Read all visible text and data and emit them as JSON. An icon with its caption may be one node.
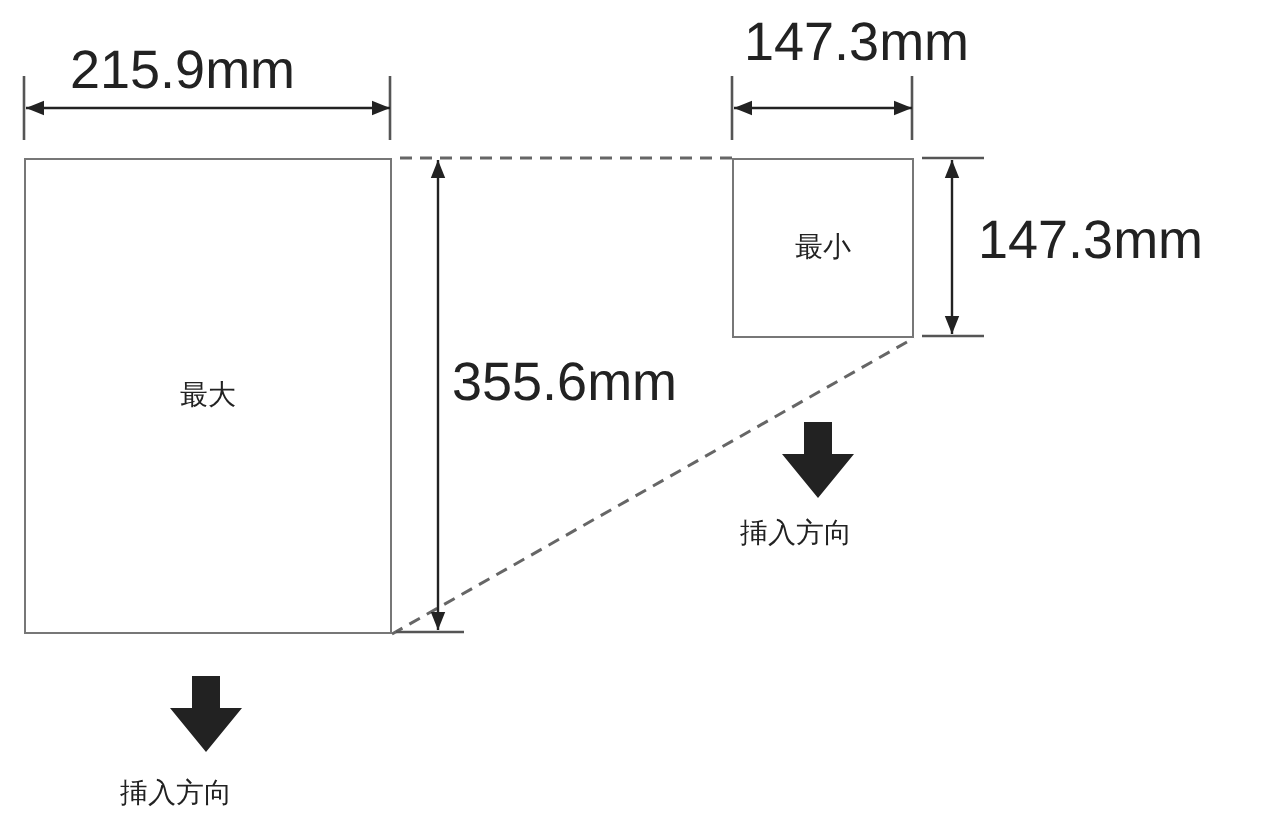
{
  "diagram": {
    "nodes": [
      {
        "text": [
          "最大"
        ]
      },
      {
        "text": [
          "最小"
        ]
      }
    ],
    "edges": [
      {
        "from": 0,
        "to": 1,
        "arrow": "none",
        "style": "dashed"
      },
      {
        "from": 0,
        "to": 1,
        "arrow": "none",
        "style": "dashed"
      }
    ],
    "labels": [
      "215.9mm",
      "147.3mm",
      "147.3mm",
      "355.6mm",
      "挿入方向",
      "挿入方向"
    ]
  }
}
